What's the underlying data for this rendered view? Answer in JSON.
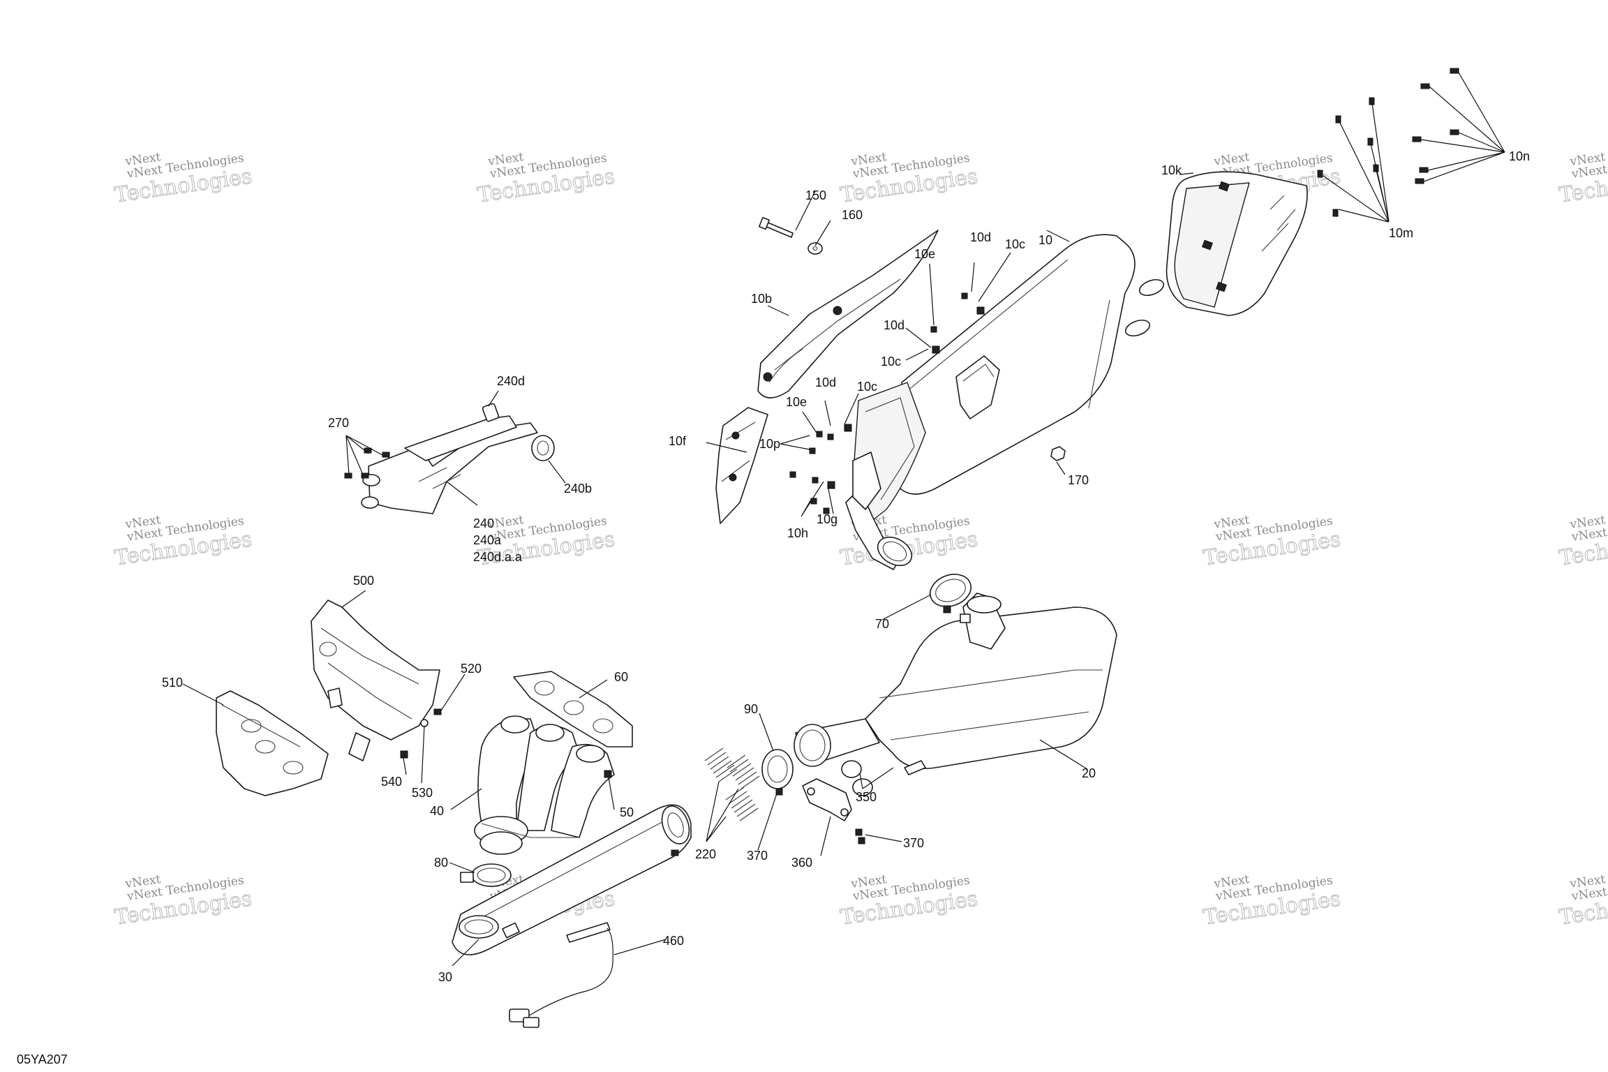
{
  "diagram": {
    "document_id": "05YA207",
    "watermark": {
      "line1": "vNext Technologies",
      "line2": "Technologies",
      "stamp": "vNext"
    }
  },
  "callouts": {
    "c10": "10",
    "c10b": "10b",
    "c10c_a": "10c",
    "c10c_b": "10c",
    "c10c_c": "10c",
    "c10d_a": "10d",
    "c10d_b": "10d",
    "c10d_c": "10d",
    "c10e_a": "10e",
    "c10e_b": "10e",
    "c10f": "10f",
    "c10g": "10g",
    "c10h": "10h",
    "c10k": "10k",
    "c10m": "10m",
    "c10n": "10n",
    "c10p": "10p",
    "c20": "20",
    "c30": "30",
    "c40": "40",
    "c50": "50",
    "c60": "60",
    "c70": "70",
    "c80": "80",
    "c90": "90",
    "c150": "150",
    "c160": "160",
    "c170": "170",
    "c220": "220",
    "c240": "240",
    "c240a": "240a",
    "c240b": "240b",
    "c240d": "240d",
    "c240daa": "240d.a.a",
    "c270": "270",
    "c350": "350",
    "c360": "360",
    "c370_a": "370",
    "c370_b": "370",
    "c460": "460",
    "c500": "500",
    "c510": "510",
    "c520": "520",
    "c530": "530",
    "c540": "540"
  }
}
